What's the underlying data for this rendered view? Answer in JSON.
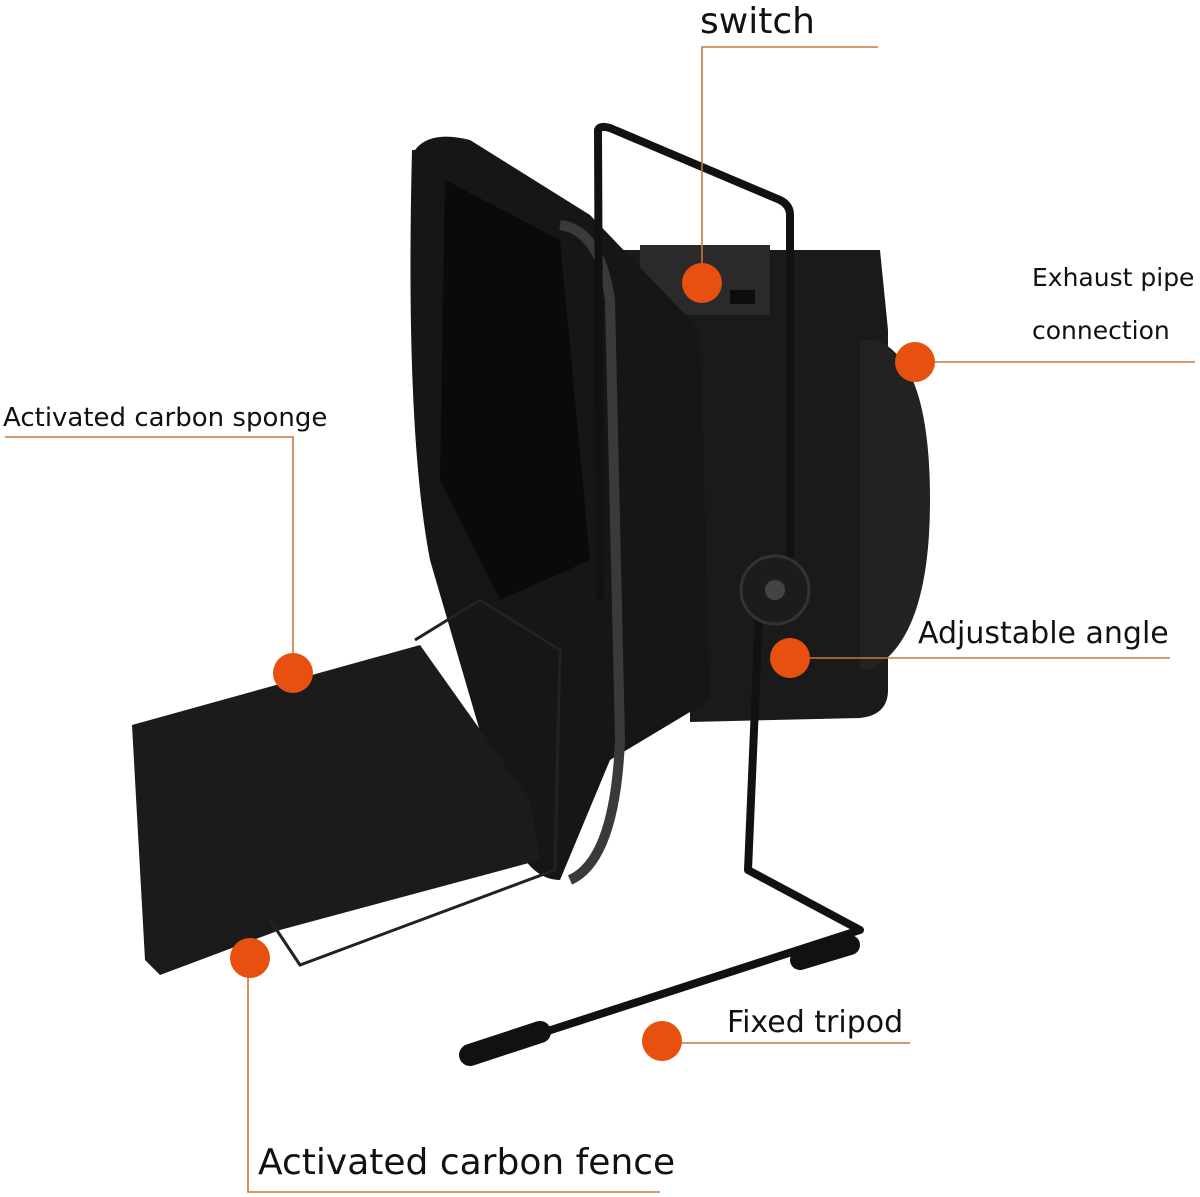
{
  "colors": {
    "accent": "#e8500f",
    "leader": "#c8773f",
    "product": "#141414"
  },
  "callouts": {
    "switch": "switch",
    "exhaust_line1": "Exhaust pipe",
    "exhaust_line2": "connection",
    "sponge": "Activated carbon sponge",
    "angle": "Adjustable angle",
    "tripod": "Fixed tripod",
    "fence": "Activated carbon fence"
  }
}
